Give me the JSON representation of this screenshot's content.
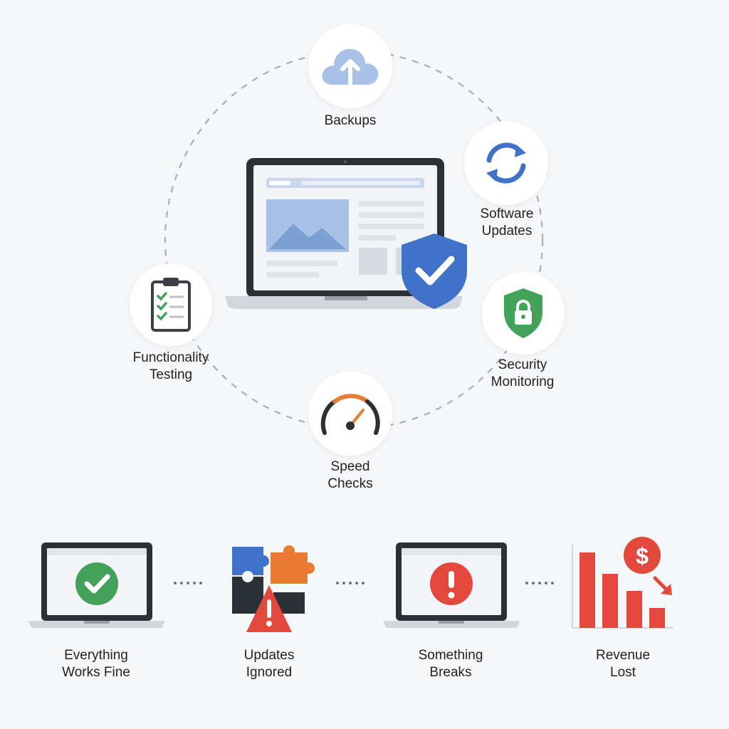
{
  "cycle": {
    "backups": {
      "label": "Backups",
      "icon": "cloud-upload-icon"
    },
    "software_updates": {
      "line1": "Software",
      "line2": "Updates",
      "icon": "refresh-icon"
    },
    "security_monitoring": {
      "line1": "Security",
      "line2": "Monitoring",
      "icon": "lock-shield-icon"
    },
    "speed_checks": {
      "line1": "Speed",
      "line2": "Checks",
      "icon": "speedometer-icon"
    },
    "functionality_testing": {
      "line1": "Functionality",
      "line2": "Testing",
      "icon": "clipboard-checklist-icon"
    },
    "center": {
      "icon": "laptop-shield-icon"
    }
  },
  "sequence": [
    {
      "line1": "Everything",
      "line2": "Works Fine",
      "icon": "laptop-check-icon"
    },
    {
      "line1": "Updates",
      "line2": "Ignored",
      "icon": "puzzle-warning-icon"
    },
    {
      "line1": "Something",
      "line2": "Breaks",
      "icon": "laptop-error-icon"
    },
    {
      "line1": "Revenue",
      "line2": "Lost",
      "icon": "revenue-decline-icon"
    }
  ],
  "colors": {
    "blue": "#3f72c8",
    "light_blue": "#a9c1e6",
    "green": "#43a25a",
    "red": "#e2483b",
    "orange": "#ea7b33",
    "dark": "#2b2f36"
  }
}
